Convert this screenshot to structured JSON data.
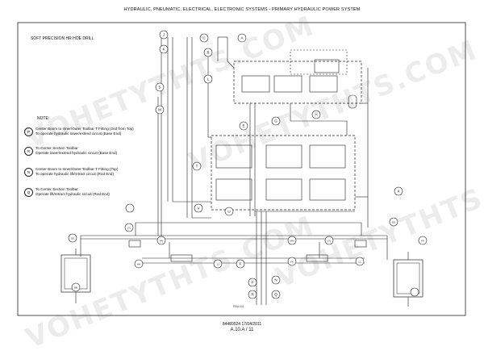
{
  "header": {
    "title": "HYDRAULIC, PNEUMATIC, ELECTRICAL, ELECTRONIC SYSTEMS - PRIMARY HYDRAULIC POWER SYSTEM"
  },
  "panel": {
    "title": "SOFT PRECISION HR HOE DRILL"
  },
  "notes": {
    "title": "NOTE:",
    "items": [
      {
        "badge": "P",
        "line1": "Center Boom to Inner/Outer Toolbar T Fitting (2nd from Top)",
        "line2": "To operate hydraulic lower/extend circuit (Base End)"
      },
      {
        "badge": "R",
        "line1": "To Center Section Toolbar",
        "line2": "Operate lower/extend hydraulic circuit (Base End)"
      },
      {
        "badge": "N",
        "line1": "Center Boom to Inner/Outer Toolbar T Fitting (Top)",
        "line2": "To operate hydraulic lift/retract circuit (Rod End)"
      },
      {
        "badge": "Q",
        "line1": "To Center Section Toolbar",
        "line2": "Operate lift/retract hydraulic circuit (Rod End)"
      }
    ]
  },
  "callouts": {
    "A": "A",
    "B": "B",
    "C": "C",
    "D": "D",
    "E": "E",
    "F": "F",
    "G": "G",
    "H": "H",
    "J": "J",
    "K": "K",
    "L": "L",
    "M": "M",
    "N": "N",
    "P": "P",
    "Q": "Q",
    "R": "R",
    "S": "S",
    "T": "T",
    "U": "U",
    "V": "V",
    "W": "W",
    "X": "X",
    "BB": "BB",
    "CC": "CC",
    "DD": "DD",
    "EE": "EE",
    "FF": "FF",
    "GG": "GG",
    "HH": "HH",
    "JJ": "JJ",
    "KK": "KK",
    "LL": "LL",
    "MM": "MM",
    "NN": "NN"
  },
  "footer": {
    "code": "84489924 17/04/2011",
    "page": "A.10.A / 11",
    "small": "RAIL001"
  },
  "watermark": "VOHETYTHTS.COM"
}
